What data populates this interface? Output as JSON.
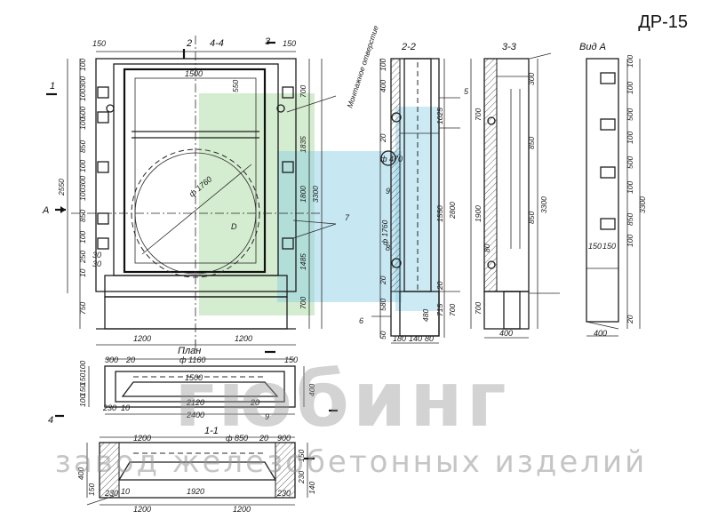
{
  "document": {
    "code": "ДР-15"
  },
  "watermark": {
    "title": "гюбинг",
    "subtitle": "завод железобетонных изделий",
    "logo_colors": [
      "#a9d9a0",
      "#8fd0e6"
    ]
  },
  "views": {
    "section_4_4": "4-4",
    "section_2_2": "2-2",
    "section_3_3": "3-3",
    "view_a": "Вид А",
    "plan": "План",
    "section_1_1": "1-1",
    "mark_a": "А"
  },
  "cut_marks": [
    "1",
    "2",
    "3",
    "4"
  ],
  "callouts": {
    "mounting_hole": "Монтажное отверстие",
    "detail_d": "D",
    "pos_5": "5",
    "pos_6": "6",
    "pos_7": "7",
    "pos_8": "8",
    "pos_9": "9"
  },
  "dimensions": {
    "main_left_vertical": [
      "100",
      "300",
      "100",
      "500",
      "100",
      "850",
      "100",
      "300",
      "100",
      "850",
      "100",
      "250",
      "10",
      "750"
    ],
    "main_total_height": "2550",
    "main_top": [
      "150",
      "1500",
      "150"
    ],
    "main_right_vertical": [
      "550",
      "700",
      "1835",
      "1800",
      "3300",
      "1485",
      "700"
    ],
    "main_bottom": [
      "1200",
      "1200"
    ],
    "main_inner": [
      "ф 1760",
      "30",
      "30"
    ],
    "section_2_2_vertical": [
      "100",
      "400",
      "1025",
      "2800",
      "1550",
      "715",
      "480",
      "700",
      "580",
      "50"
    ],
    "section_2_2_bottom": [
      "180",
      "140",
      "80"
    ],
    "section_2_2_inner": [
      "ф 1760",
      "ф 470",
      "20",
      "20",
      "20"
    ],
    "section_3_3_vertical": [
      "300",
      "700",
      "850",
      "1900",
      "850",
      "3300",
      "80",
      "700"
    ],
    "section_3_3_bottom": [
      "400"
    ],
    "view_a_vertical": [
      "100",
      "100",
      "500",
      "100",
      "500",
      "100",
      "850",
      "100",
      "3300",
      "20"
    ],
    "view_a_bottom": [
      "150",
      "150",
      "400"
    ],
    "plan_top": [
      "300",
      "20",
      "ф 1160",
      "150"
    ],
    "plan_inner": [
      "1500",
      "400"
    ],
    "plan_left": [
      "100",
      "150",
      "150",
      "100"
    ],
    "plan_bottom": [
      "230",
      "10",
      "2120",
      "20",
      "2400",
      "9"
    ],
    "section_1_1_top": [
      "1200",
      "ф 850",
      "20",
      "900"
    ],
    "section_1_1_left": [
      "400",
      "150",
      "230"
    ],
    "section_1_1_right": [
      "150",
      "230",
      "140",
      "230"
    ],
    "section_1_1_bottom": [
      "1920",
      "1200",
      "1200",
      "10"
    ]
  }
}
